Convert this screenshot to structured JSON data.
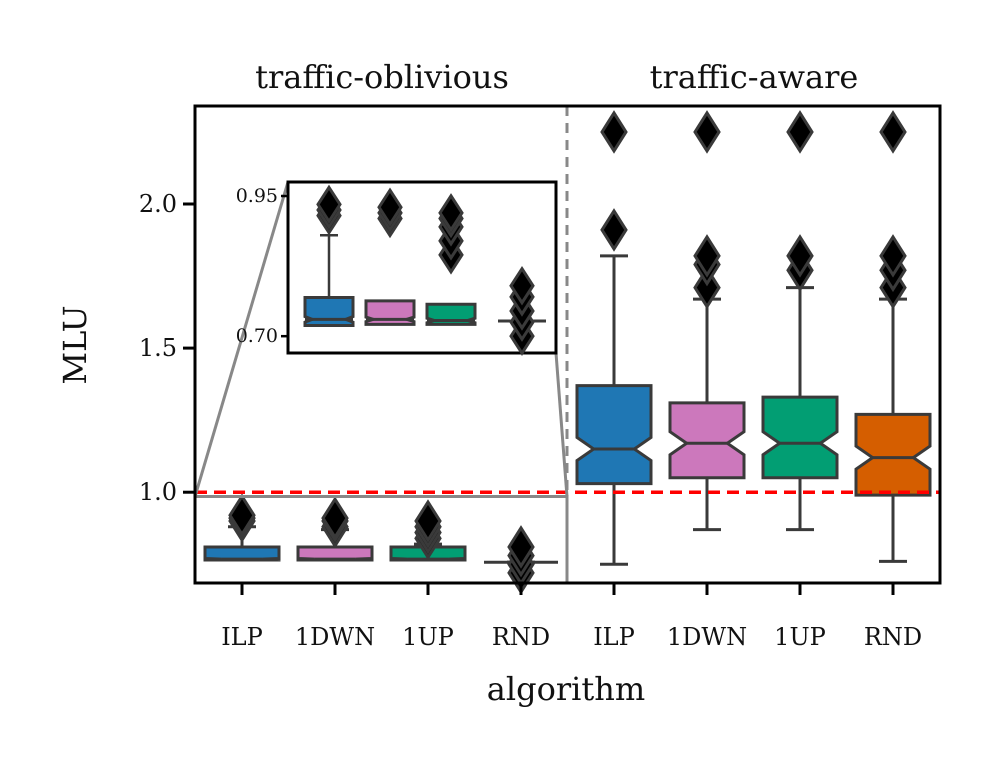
{
  "chart_data": {
    "type": "boxplot",
    "xlabel": "algorithm",
    "ylabel": "MLU",
    "panels": [
      "traffic-oblivious",
      "traffic-aware"
    ],
    "categories": [
      "ILP",
      "1DWN",
      "1UP",
      "RND",
      "ILP",
      "1DWN",
      "1UP",
      "RND"
    ],
    "y_ticks": [
      1.0,
      1.5,
      2.0
    ],
    "ylim": [
      0.685,
      2.34
    ],
    "reference_line": 1.0,
    "colors": {
      "ILP": "#1f77b4",
      "1DWN": "#cc78bc",
      "1UP": "#029e73",
      "RND": "#d55e00",
      "reference": "#ff0000",
      "divider": "#888888",
      "outline": "#3a3a3a"
    },
    "series": [
      {
        "panel": "traffic-oblivious",
        "category": "ILP",
        "color": "#1f77b4",
        "q1": 0.765,
        "median": 0.768,
        "q3": 0.81,
        "notch_low": 0.766,
        "notch_high": 0.77,
        "whisker_low": 0.765,
        "whisker_high": 0.88,
        "outliers": [
          0.9,
          0.91,
          0.92
        ]
      },
      {
        "panel": "traffic-oblivious",
        "category": "1DWN",
        "color": "#cc78bc",
        "q1": 0.765,
        "median": 0.768,
        "q3": 0.81,
        "notch_low": 0.766,
        "notch_high": 0.77,
        "whisker_low": 0.765,
        "whisker_high": 0.87,
        "outliers": [
          0.88,
          0.9,
          0.91
        ]
      },
      {
        "panel": "traffic-oblivious",
        "category": "1UP",
        "color": "#029e73",
        "q1": 0.765,
        "median": 0.768,
        "q3": 0.81,
        "notch_low": 0.766,
        "notch_high": 0.77,
        "whisker_low": 0.765,
        "whisker_high": 0.82,
        "outliers": [
          0.84,
          0.86,
          0.88,
          0.9
        ]
      },
      {
        "panel": "traffic-oblivious",
        "category": "RND",
        "color": "#d55e00",
        "q1": 0.757,
        "median": 0.757,
        "q3": 0.757,
        "notch_low": 0.757,
        "notch_high": 0.757,
        "whisker_low": 0.757,
        "whisker_high": 0.757,
        "outliers": [
          0.72,
          0.75,
          0.78,
          0.81
        ]
      },
      {
        "panel": "traffic-aware",
        "category": "ILP",
        "color": "#1f77b4",
        "q1": 1.03,
        "median": 1.15,
        "q3": 1.37,
        "notch_low": 1.11,
        "notch_high": 1.19,
        "whisker_low": 0.75,
        "whisker_high": 1.82,
        "outliers": [
          1.91,
          2.25
        ]
      },
      {
        "panel": "traffic-aware",
        "category": "1DWN",
        "color": "#cc78bc",
        "q1": 1.05,
        "median": 1.17,
        "q3": 1.31,
        "notch_low": 1.13,
        "notch_high": 1.21,
        "whisker_low": 0.87,
        "whisker_high": 1.67,
        "outliers": [
          1.71,
          1.79,
          1.82,
          2.25
        ]
      },
      {
        "panel": "traffic-aware",
        "category": "1UP",
        "color": "#029e73",
        "q1": 1.05,
        "median": 1.17,
        "q3": 1.33,
        "notch_low": 1.13,
        "notch_high": 1.21,
        "whisker_low": 0.87,
        "whisker_high": 1.71,
        "outliers": [
          1.77,
          1.82,
          2.25
        ]
      },
      {
        "panel": "traffic-aware",
        "category": "RND",
        "color": "#d55e00",
        "q1": 0.99,
        "median": 1.12,
        "q3": 1.27,
        "notch_low": 1.08,
        "notch_high": 1.16,
        "whisker_low": 0.76,
        "whisker_high": 1.67,
        "outliers": [
          1.71,
          1.77,
          1.82,
          2.25
        ]
      }
    ],
    "inset": {
      "y_ticks": [
        0.7,
        0.95
      ],
      "y_tick_labels": [
        "0.70",
        "0.95"
      ],
      "ylim": [
        0.67,
        0.975
      ],
      "series": [
        {
          "category": "ILP",
          "color": "#1f77b4",
          "q1": 0.719,
          "median": 0.73,
          "q3": 0.769,
          "notch_low": 0.725,
          "notch_high": 0.735,
          "whisker_high": 0.88,
          "outliers": [
            0.915,
            0.925,
            0.935
          ]
        },
        {
          "category": "1DWN",
          "color": "#cc78bc",
          "q1": 0.721,
          "median": 0.73,
          "q3": 0.763,
          "notch_low": 0.726,
          "notch_high": 0.734,
          "whisker_high": 0.75,
          "outliers": [
            0.91,
            0.92,
            0.93
          ]
        },
        {
          "category": "1UP",
          "color": "#029e73",
          "q1": 0.721,
          "median": 0.728,
          "q3": 0.757,
          "notch_low": 0.724,
          "notch_high": 0.732,
          "whisker_high": 0.74,
          "outliers": [
            0.845,
            0.87,
            0.895,
            0.91,
            0.92
          ]
        },
        {
          "category": "RND",
          "color": "#d55e00",
          "q1": 0.727,
          "median": 0.727,
          "q3": 0.727,
          "notch_low": 0.727,
          "notch_high": 0.727,
          "whisker_high": 0.727,
          "outliers": [
            0.7,
            0.725,
            0.745,
            0.77,
            0.79
          ]
        }
      ]
    }
  }
}
